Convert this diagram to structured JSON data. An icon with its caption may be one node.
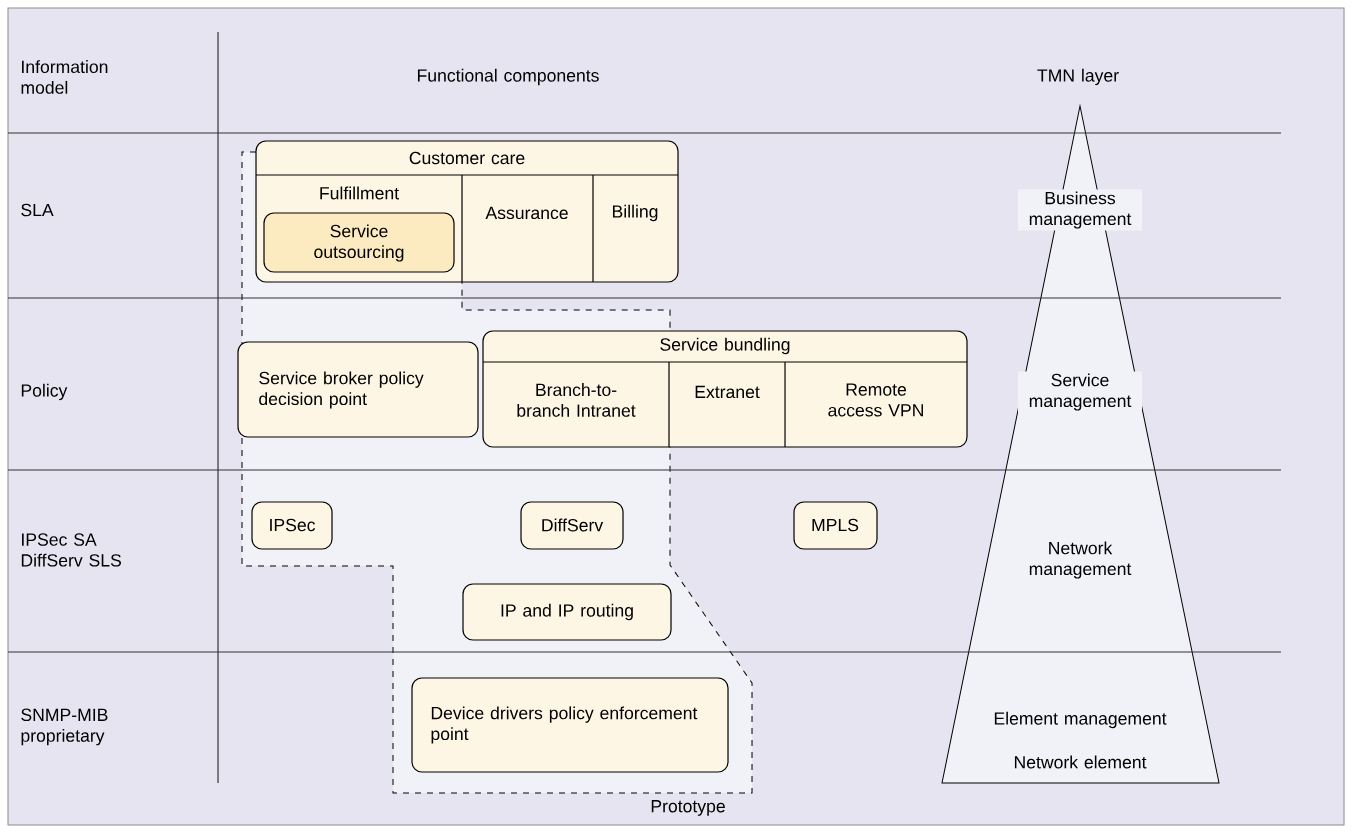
{
  "diagram": {
    "nodes": [
      {
        "text": [
          "Prototype"
        ]
      },
      {
        "text": [
          "Customer care"
        ]
      },
      {
        "text": [
          "Fulfillment"
        ],
        "in": 1
      },
      {
        "text": [
          "Service outsourcing"
        ],
        "in": 2
      },
      {
        "text": [
          "Assurance"
        ],
        "in": 1
      },
      {
        "text": [
          "Billing"
        ],
        "in": 1
      },
      {
        "text": [
          "Service broker policy decision point"
        ],
        "in": 0
      },
      {
        "text": [
          "Service bundling"
        ]
      },
      {
        "text": [
          "Branch-to-branch Intranet"
        ]
      },
      {
        "text": [
          "Extranet"
        ],
        "in": 7
      },
      {
        "text": [
          "Remote access VPN"
        ],
        "in": 7
      },
      {
        "text": [
          "IPSec"
        ],
        "in": 0
      },
      {
        "text": [
          "DiffServ"
        ],
        "in": 0
      },
      {
        "text": [
          "MPLS"
        ]
      },
      {
        "text": [
          "IP and IP routing"
        ],
        "in": 0
      },
      {
        "text": [
          "Device drivers policy enforcement point"
        ],
        "in": 0
      },
      {
        "text": [
          "Business management",
          "Service management",
          "Network management",
          "Element management",
          "Network element"
        ]
      }
    ],
    "labels": [
      "Information model",
      "Functional components",
      "TMN layer",
      "SLA",
      "Policy",
      "IPSec SA DiffServ SLS",
      "SNMP-MIB proprietary"
    ]
  }
}
